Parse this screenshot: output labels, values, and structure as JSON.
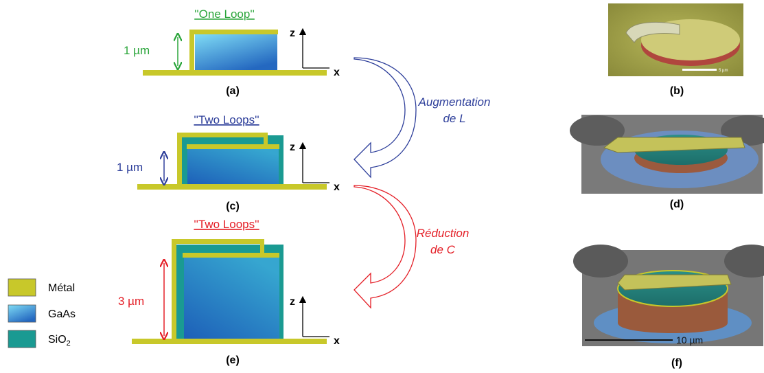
{
  "colors": {
    "metal": "#c8c82a",
    "gaas_top": "#6fd3f2",
    "gaas_bottom": "#1f6fc0",
    "sio2": "#1a9a92",
    "green": "#2aa53a",
    "blue": "#2d3e9a",
    "red": "#e41e26"
  },
  "panels": {
    "a": {
      "label": "(a)",
      "title": "''One Loop''",
      "dimension": "1 µm"
    },
    "b": {
      "label": "(b)",
      "scale": "5 µm"
    },
    "c": {
      "label": "(c)",
      "title": "''Two Loops''",
      "dimension": "1 µm"
    },
    "d": {
      "label": "(d)"
    },
    "e": {
      "label": "(e)",
      "title": "''Two Loops''",
      "dimension": "3 µm"
    },
    "f": {
      "label": "(f)",
      "scale": "10 µm"
    }
  },
  "axes": {
    "z": "z",
    "x": "x"
  },
  "arrows": {
    "top": {
      "line1": "Augmentation",
      "line2": "de L"
    },
    "bottom": {
      "line1": "Réduction",
      "line2": "de C"
    }
  },
  "legend": {
    "metal": "Métal",
    "gaas": "GaAs",
    "sio2_main": "SiO",
    "sio2_sub": "2"
  }
}
